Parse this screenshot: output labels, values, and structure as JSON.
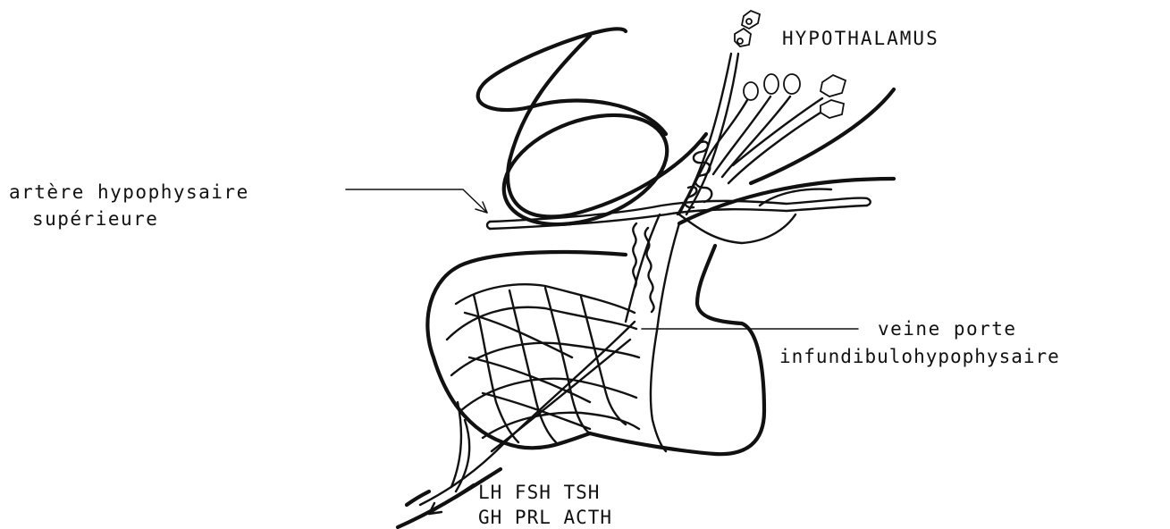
{
  "labels": {
    "hypothalamus": "HYPOTHALAMUS",
    "artery_line1": "artère hypophysaire",
    "artery_line2": "supérieure",
    "portal_line1": "veine porte",
    "portal_line2": "infundibulohypophysaire",
    "hormones_line1": "LH  FSH  TSH",
    "hormones_line2": "GH  PRL  ACTH"
  },
  "colors": {
    "ink": "#111111",
    "background": "#ffffff"
  }
}
